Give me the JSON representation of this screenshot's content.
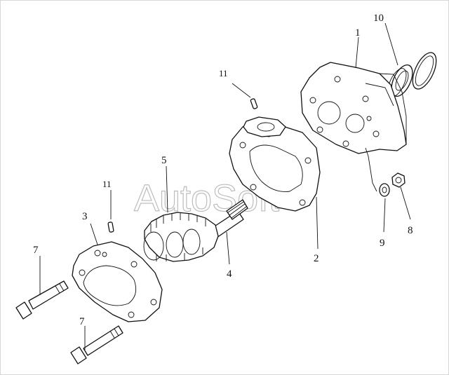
{
  "watermark": "AutoSoft",
  "callouts": {
    "c1": "1",
    "c2": "2",
    "c3": "3",
    "c4": "4",
    "c5": "5",
    "c7a": "7",
    "c7b": "7",
    "c8": "8",
    "c9": "9",
    "c10": "10",
    "c11a": "11",
    "c11b": "11"
  }
}
